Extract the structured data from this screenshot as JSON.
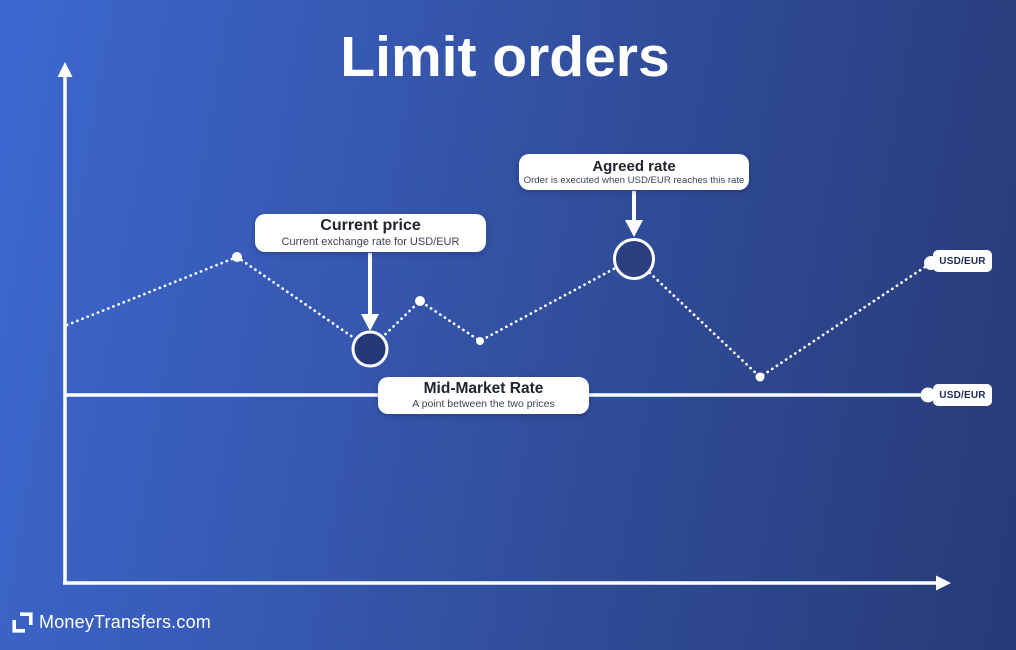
{
  "title": "Limit orders",
  "callouts": {
    "current_price": {
      "title": "Current price",
      "subtitle": "Current exchange rate for USD/EUR"
    },
    "agreed_rate": {
      "title": "Agreed rate",
      "subtitle": "Order is executed when USD/EUR reaches this rate"
    },
    "mid_market": {
      "title": "Mid-Market Rate",
      "subtitle": "A point between the two prices"
    }
  },
  "badges": {
    "rate_line": "USD/EUR",
    "mid_market_line": "USD/EUR"
  },
  "footer": {
    "brand": "MoneyTransfers.com"
  },
  "colors": {
    "background_left": "#3d68d0",
    "background_mid": "#32509f",
    "background_right": "#273a77",
    "line_color": "#ffffff",
    "marker_fill": "#24397a",
    "badge_text": "#1c2a57",
    "callout_title": "#20242e",
    "callout_subtitle": "#3c4354"
  }
}
